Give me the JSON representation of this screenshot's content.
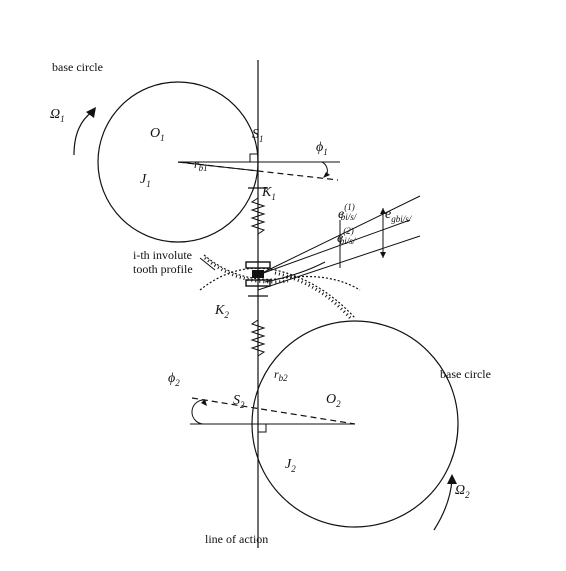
{
  "labels": {
    "base_circle_1": "base circle",
    "base_circle_2": "base circle",
    "tooth_profile_line1": "i-th involute",
    "tooth_profile_line2": "tooth profile",
    "line_of_action": "line of action"
  },
  "symbols": {
    "omega1": "Ω",
    "omega1_sub": "1",
    "omega2": "Ω",
    "omega2_sub": "2",
    "O1": "O",
    "O1_sub": "1",
    "O2": "O",
    "O2_sub": "2",
    "J1": "J",
    "J1_sub": "1",
    "J2": "J",
    "J2_sub": "2",
    "S1": "S",
    "S1_sub": "1",
    "S2": "S",
    "S2_sub": "2",
    "phi1": "ϕ",
    "phi1_sub": "1",
    "phi2": "ϕ",
    "phi2_sub": "2",
    "K1": "K",
    "K1_sub": "1",
    "K2": "K",
    "K2_sub": "2",
    "rb1": "r",
    "rb1_sub": "b1",
    "rb2": "r",
    "rb2_sub": "b2",
    "e1": "e",
    "e1_sup": "(1)",
    "e1_sub": "bi/s/",
    "e2": "e",
    "e2_sup": "(2)",
    "e2_sub": "bi/s/",
    "eg": "e",
    "eg_sub": "gbi/s/"
  }
}
